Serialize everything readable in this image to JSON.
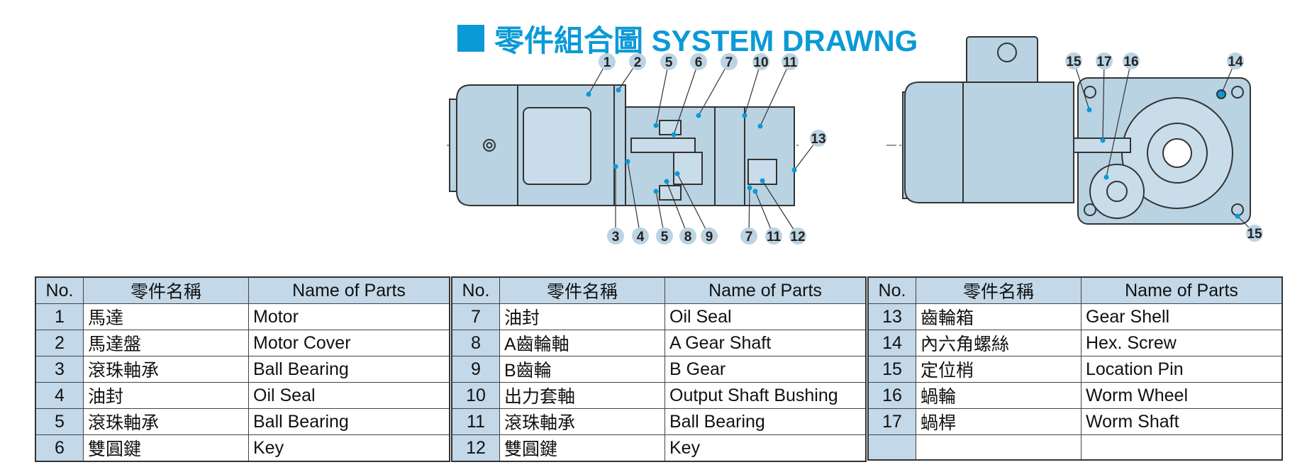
{
  "title": {
    "text": "零件組合圖 SYSTEM DRAWNG"
  },
  "colors": {
    "accent": "#0a9ad6",
    "part_fill": "#b9d3e3",
    "table_header": "#c3d8e8"
  },
  "diagram_left": {
    "balloons_top": [
      "1",
      "2",
      "5",
      "6",
      "7",
      "10",
      "11"
    ],
    "balloons_bottom": [
      "3",
      "4",
      "5",
      "8",
      "9",
      "7",
      "11",
      "12"
    ],
    "balloon_side": "13"
  },
  "diagram_right": {
    "balloons": [
      "15",
      "17",
      "16",
      "14",
      "15"
    ]
  },
  "table_headers": {
    "no": "No.",
    "cn": "零件名稱",
    "en": "Name of Parts"
  },
  "tables": [
    {
      "rows": [
        {
          "no": "1",
          "cn": "馬達",
          "en": "Motor"
        },
        {
          "no": "2",
          "cn": "馬達盤",
          "en": "Motor Cover"
        },
        {
          "no": "3",
          "cn": "滾珠軸承",
          "en": "Ball Bearing"
        },
        {
          "no": "4",
          "cn": "油封",
          "en": "Oil Seal"
        },
        {
          "no": "5",
          "cn": "滾珠軸承",
          "en": "Ball Bearing"
        },
        {
          "no": "6",
          "cn": "雙圓鍵",
          "en": "Key"
        }
      ]
    },
    {
      "rows": [
        {
          "no": "7",
          "cn": "油封",
          "en": "Oil Seal"
        },
        {
          "no": "8",
          "cn": "A齒輪軸",
          "en": "A Gear Shaft"
        },
        {
          "no": "9",
          "cn": "B齒輪",
          "en": "B Gear"
        },
        {
          "no": "10",
          "cn": "出力套軸",
          "en": "Output Shaft Bushing"
        },
        {
          "no": "11",
          "cn": "滾珠軸承",
          "en": "Ball Bearing"
        },
        {
          "no": "12",
          "cn": "雙圓鍵",
          "en": "Key"
        }
      ]
    },
    {
      "rows": [
        {
          "no": "13",
          "cn": "齒輪箱",
          "en": "Gear Shell"
        },
        {
          "no": "14",
          "cn": "內六角螺絲",
          "en": "Hex. Screw"
        },
        {
          "no": "15",
          "cn": "定位梢",
          "en": "Location Pin"
        },
        {
          "no": "16",
          "cn": "蝸輪",
          "en": "Worm Wheel"
        },
        {
          "no": "17",
          "cn": "蝸桿",
          "en": "Worm Shaft"
        },
        {
          "no": "",
          "cn": "",
          "en": ""
        }
      ]
    }
  ]
}
